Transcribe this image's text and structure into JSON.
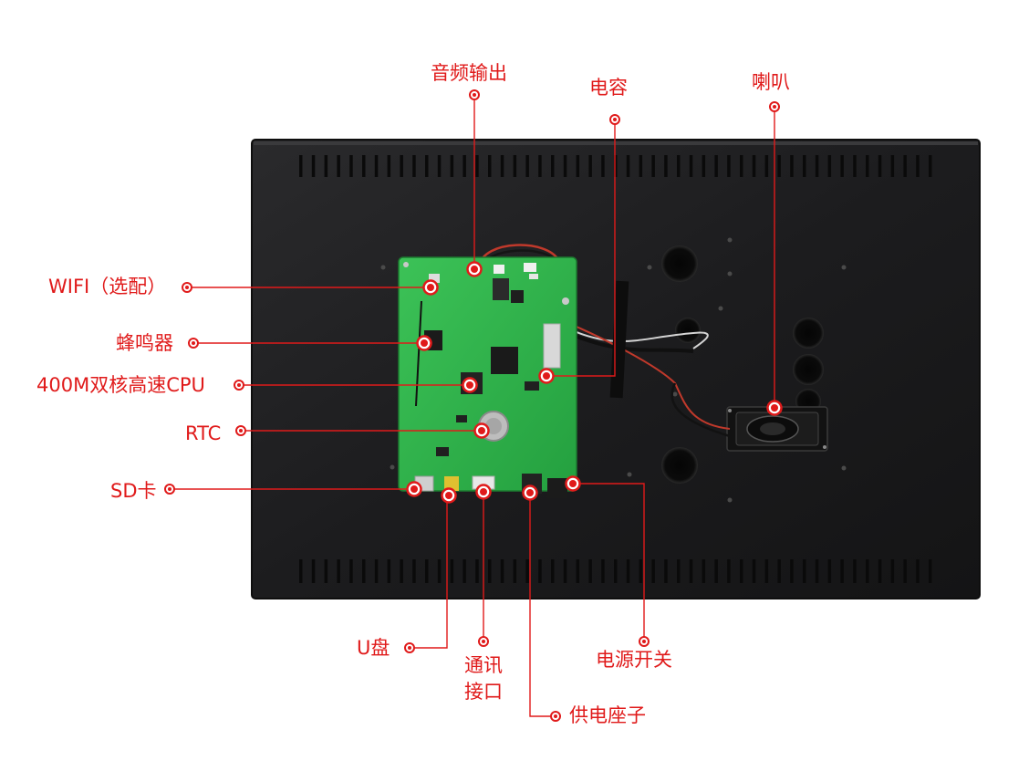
{
  "labels": {
    "audio_out": "音频输出",
    "capacitor": "电容",
    "speaker": "喇叭",
    "wifi": "WIFI（选配）",
    "buzzer": "蜂鸣器",
    "cpu": "400M双核高速CPU",
    "rtc": "RTC",
    "sd_card": "SD卡",
    "usb_disk": "U盘",
    "comm_port_line1": "通讯",
    "comm_port_line2": "接口",
    "power_socket": "供电座子",
    "power_switch": "电源开关"
  },
  "colors": {
    "label": "#e01a1a",
    "leader_line": "#e01a1a",
    "housing": "#1f1f21",
    "pcb": "#2db34a",
    "background": "#ffffff"
  }
}
